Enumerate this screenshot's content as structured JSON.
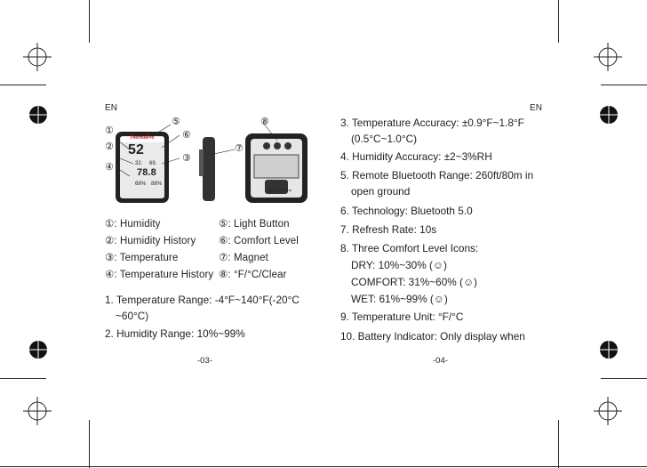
{
  "left_page": {
    "lang": "EN",
    "callouts": [
      "①",
      "②",
      "③",
      "④",
      "⑤",
      "⑥",
      "⑦",
      "⑧"
    ],
    "device_front": {
      "brand": "ThermoPro",
      "reading_top": "52",
      "reading_mid_a": "32.",
      "reading_mid_b": "69.",
      "reading_mid_c": "78.8",
      "reading_bot_a": "68%",
      "reading_bot_b": "88%"
    },
    "device_back_text": "Made in China",
    "legend_left": [
      "①: Humidity",
      "②: Humidity History",
      "③: Temperature",
      "④: Temperature History"
    ],
    "legend_right": [
      "⑤: Light Button",
      "⑥: Comfort Level",
      "⑦: Magnet",
      "⑧: °F/°C/Clear"
    ],
    "specs": [
      "1. Temperature Range: -4°F~140°F(-20°C",
      "~60°C)",
      "2. Humidity Range: 10%~99%"
    ],
    "page_no": "-03-"
  },
  "right_page": {
    "lang": "EN",
    "specs": [
      "3. Temperature Accuracy: ±0.9°F~1.8°F",
      "(0.5°C~1.0°C)",
      "4. Humidity Accuracy: ±2~3%RH",
      "5. Remote Bluetooth Range: 260ft/80m in",
      "open ground",
      "6. Technology: Bluetooth 5.0",
      "7. Refresh Rate: 10s",
      "8. Three Comfort Level Icons:",
      "DRY: 10%~30% (☺)",
      "COMFORT: 31%~60% (☺)",
      "WET: 61%~99% (☺)",
      "9. Temperature Unit: °F/°C",
      "10. Battery Indicator: Only display when"
    ],
    "page_no": "-04-"
  }
}
